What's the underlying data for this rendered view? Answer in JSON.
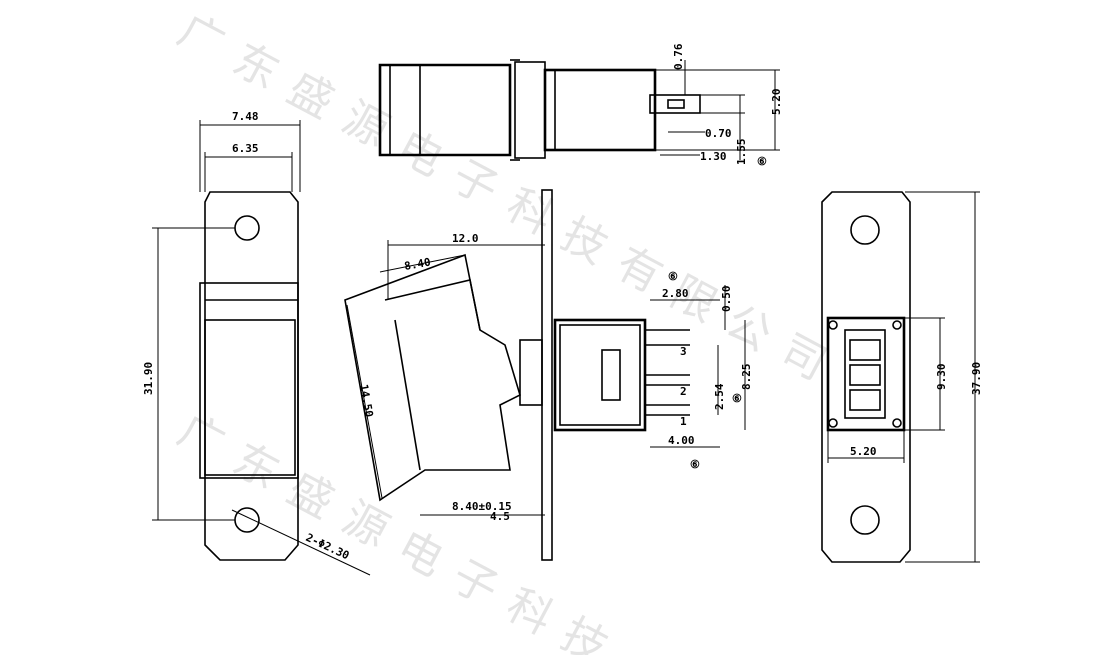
{
  "watermark": {
    "line1": "广东盛源电子科技有限公司",
    "line2": "广东盛源电子科技"
  },
  "front_view": {
    "width_outer": "7.48",
    "width_inner": "6.35",
    "height": "31.90",
    "holes": "2-Φ2.30"
  },
  "top_view": {
    "dim_076": "0.76",
    "dim_070": "0.70",
    "dim_130": "1.30",
    "dim_155": "1.55",
    "dim_520": "5.20",
    "circle_a": "⑥"
  },
  "side_view": {
    "length": "12.0",
    "rocker_top": "8.40",
    "rocker_height": "14.50",
    "bottom_label": "8.40±0.15",
    "bottom_label_b": "4.5"
  },
  "terminal_view": {
    "dim_280": "2.80",
    "dim_050": "0.50",
    "dim_254": "2.54",
    "dim_825": "8.25",
    "dim_400": "4.00",
    "pin1": "1",
    "pin2": "2",
    "pin3": "3",
    "circle_b": "⑥",
    "circle_c": "⑥",
    "circle_d": "⑥"
  },
  "back_view": {
    "height": "37.90",
    "inner_height": "9.30",
    "width": "5.20"
  }
}
